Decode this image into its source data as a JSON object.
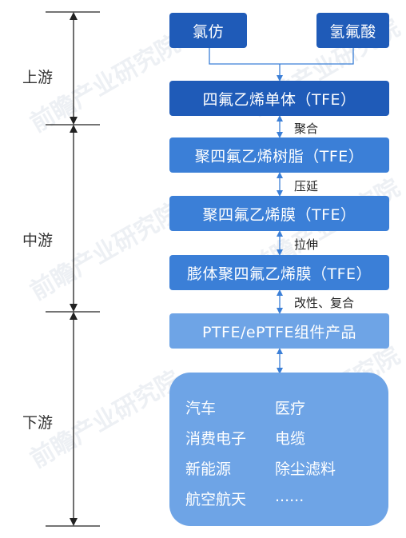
{
  "stages": {
    "upstream": "上游",
    "midstream": "中游",
    "downstream": "下游"
  },
  "raw_materials": {
    "left": "氯仿",
    "right": "氢氟酸"
  },
  "chain": {
    "tfe_monomer": "四氟乙烯单体（TFE）",
    "ptfe_resin": "聚四氟乙烯树脂（TFE）",
    "ptfe_film": "聚四氟乙烯膜（TFE）",
    "eptfe_film": "膨体聚四氟乙烯膜（TFE）",
    "products": "PTFE/ePTFE组件产品"
  },
  "process_steps": {
    "polymerize": "聚合",
    "calender": "压延",
    "stretch": "拉伸",
    "modify": "改性、复合"
  },
  "applications": {
    "items": [
      "汽车",
      "医疗",
      "消费电子",
      "电缆",
      "新能源",
      "除尘滤料",
      "航空航天",
      "......"
    ]
  },
  "watermark": "前瞻产业研究院",
  "colors": {
    "dark_blue": "#1f5bb8",
    "mid_blue": "#3b7fd7",
    "light_blue": "#6ea4e6",
    "arrow": "#3b7fd7",
    "timeline": "#222222"
  }
}
